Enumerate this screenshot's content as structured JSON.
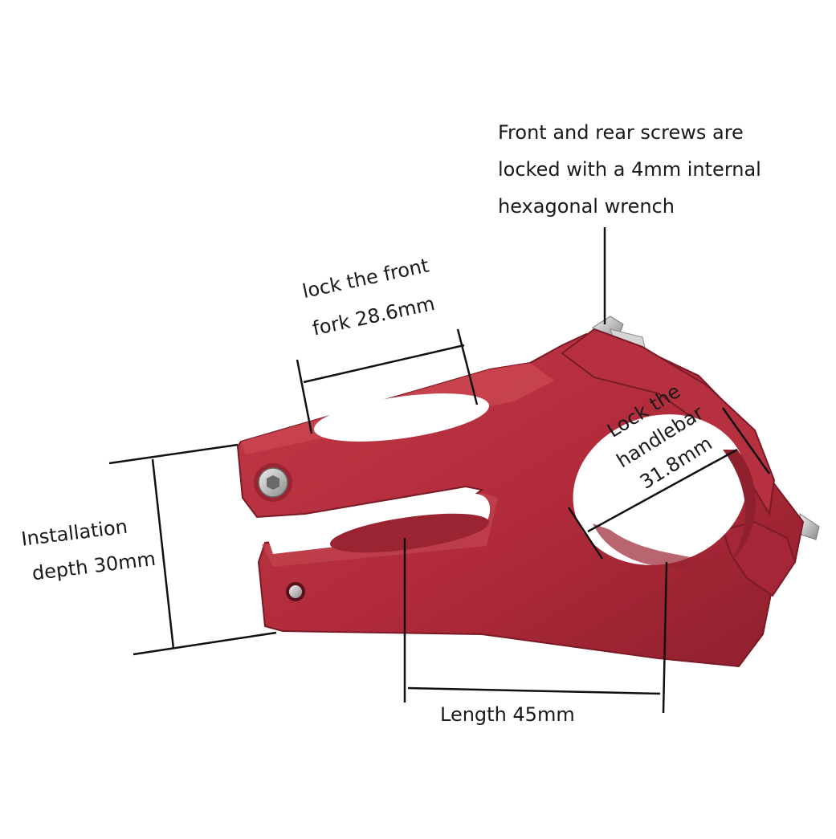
{
  "labels": {
    "screw_note": [
      "Front and rear screws are",
      "locked with a 4mm internal",
      "hexagonal wrench"
    ],
    "fork": [
      "lock the front",
      "fork 28.6mm"
    ],
    "depth": [
      "Installation",
      "depth 30mm"
    ],
    "handlebar": [
      "Lock the",
      "handlebar",
      "31.8mm"
    ],
    "length": "Length 45mm"
  },
  "colors": {
    "stem_body": "#b32a3a",
    "stem_shadow": "#8a1c2a",
    "stem_highlight": "#cc4a58",
    "bolt": "#c9c9c9",
    "line": "#111111",
    "text": "#1a1a1a"
  }
}
